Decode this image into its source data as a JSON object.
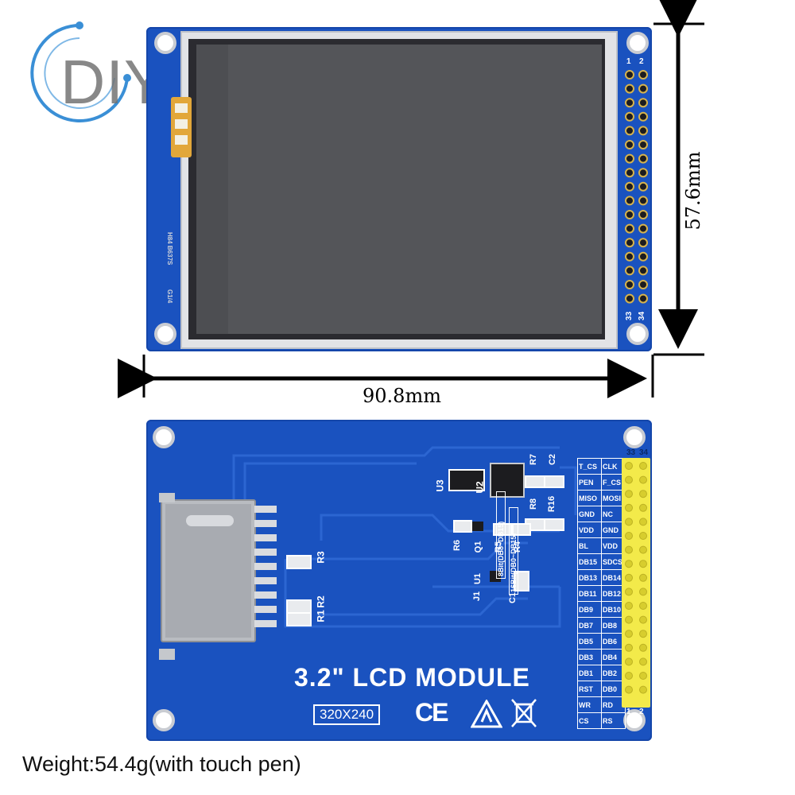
{
  "watermark": {
    "text": "DIY-Victor"
  },
  "dimensions": {
    "height": "57.6mm",
    "width": "90.8mm"
  },
  "front": {
    "pin_numbers": {
      "top_a": "1",
      "top_b": "2",
      "bottom_a": "33",
      "bottom_b": "34"
    },
    "glass_marks": [
      "H84 B637S",
      "G1/4"
    ]
  },
  "back": {
    "title": "3.2\" LCD MODULE",
    "resolution": "320X240",
    "components": [
      "U3",
      "U2",
      "R7",
      "C2",
      "R8",
      "R16",
      "R6",
      "Q1",
      "R5",
      "R4",
      "U1",
      "J1",
      "C1",
      "R3",
      "R2",
      "R1"
    ],
    "mode_labels": [
      "8Bit(DB8~DB15)",
      "16Bit(DB0~DB15)"
    ],
    "pin_labels": [
      [
        "T_CS",
        "CLK"
      ],
      [
        "PEN",
        "F_CS"
      ],
      [
        "MISO",
        "MOSI"
      ],
      [
        "GND",
        "NC"
      ],
      [
        "VDD",
        "GND"
      ],
      [
        "BL",
        "VDD"
      ],
      [
        "DB15",
        "SDCS"
      ],
      [
        "DB13",
        "DB14"
      ],
      [
        "DB11",
        "DB12"
      ],
      [
        "DB9",
        "DB10"
      ],
      [
        "DB7",
        "DB8"
      ],
      [
        "DB5",
        "DB6"
      ],
      [
        "DB3",
        "DB4"
      ],
      [
        "DB1",
        "DB2"
      ],
      [
        "RST",
        "DB0"
      ],
      [
        "WR",
        "RD"
      ],
      [
        "CS",
        "RS"
      ]
    ],
    "header_numbers": {
      "top_a": "33",
      "top_b": "34",
      "bottom_a": "1",
      "bottom_b": "2"
    },
    "cert_marks": [
      "CE",
      "ESD",
      "WEEE"
    ]
  },
  "caption": {
    "weight": "Weight:54.4g(with touch pen)"
  },
  "colors": {
    "pcb": "#1a52bf",
    "header": "#f3ea4a",
    "screen": "#545559",
    "background": "#ffffff"
  }
}
